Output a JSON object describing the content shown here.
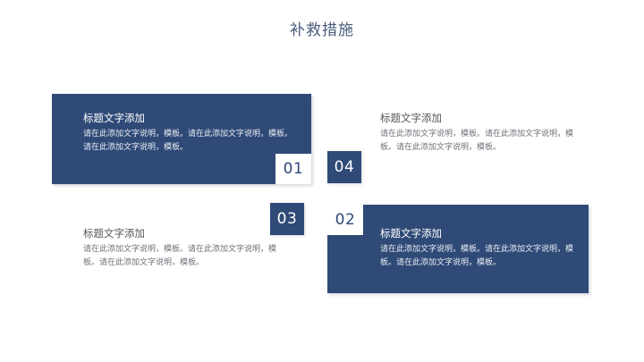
{
  "slide": {
    "title": "补救措施",
    "background_color": "#ffffff",
    "accent_color": "#2f4a77",
    "title_color": "#4a5b7c"
  },
  "items": [
    {
      "number": "01",
      "heading": "标题文字添加",
      "body": "请在此添加文字说明，模板。请在此添加文字说明，模板。请在此添加文字说明，模板。",
      "style": "filled",
      "badge_style": "light"
    },
    {
      "number": "04",
      "heading": "标题文字添加",
      "body": "请在此添加文字说明，模板。请在此添加文字说明，模板。请在此添加文字说明，模板。",
      "style": "plain",
      "badge_style": "dark"
    },
    {
      "number": "03",
      "heading": "标题文字添加",
      "body": "请在此添加文字说明，模板。请在此添加文字说明，模板。请在此添加文字说明，模板。",
      "style": "plain",
      "badge_style": "dark"
    },
    {
      "number": "02",
      "heading": "标题文字添加",
      "body": "请在此添加文字说明，模板。请在此添加文字说明，模板。请在此添加文字说明，模板。",
      "style": "filled",
      "badge_style": "light"
    }
  ]
}
